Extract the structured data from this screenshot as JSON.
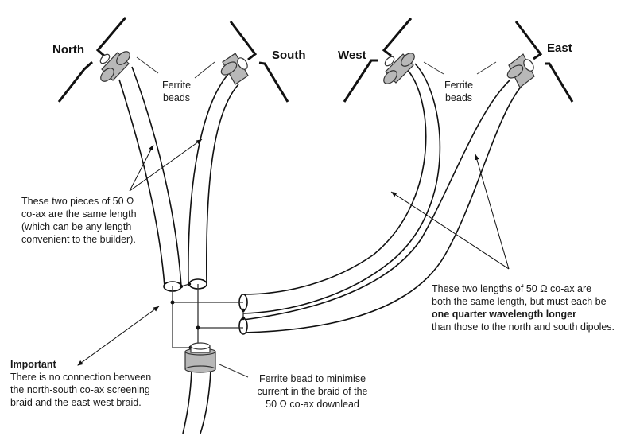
{
  "diagram": {
    "directions": {
      "north": "North",
      "south": "South",
      "west": "West",
      "east": "East"
    },
    "ferrite_labels": {
      "left": [
        "Ferrite",
        "beads"
      ],
      "right": [
        "Ferrite",
        "beads"
      ]
    },
    "note_ns": [
      "These two pieces of 50 Ω",
      "co-ax are the same length",
      "(which can be any length",
      "convenient to the builder)."
    ],
    "note_ew": {
      "line1": "These two lengths of 50 Ω co-ax are",
      "line2": "both the same length, but must each be",
      "line3_bold": "one quarter wavelength longer",
      "line4": "than those to the north and south dipoles."
    },
    "note_important": {
      "title": "Important",
      "lines": [
        "There is no connection between",
        "the north-south co-ax screening",
        "braid and the east-west braid."
      ]
    },
    "note_downlead": [
      "Ferrite bead to minimise",
      "current in the braid of the",
      "50 Ω co-ax downlead"
    ],
    "colors": {
      "line": "#111111",
      "bead_fill": "#b8b8b8",
      "background": "#ffffff"
    }
  }
}
